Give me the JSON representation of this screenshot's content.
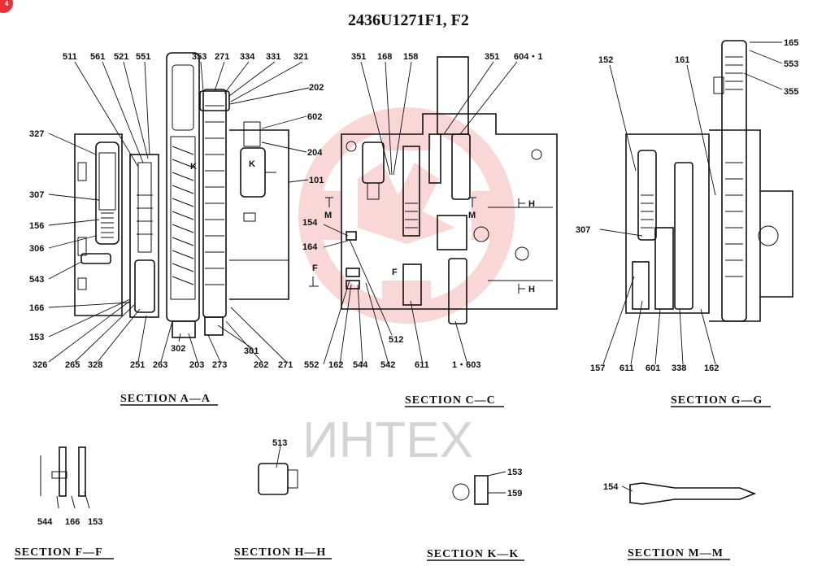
{
  "title": "2436U1271F1, F2",
  "page_badge": "4",
  "watermark": "ИНТЕХ",
  "sections": {
    "aa": "SECTION A—A",
    "cc": "SECTION C—C",
    "gg": "SECTION G—G",
    "ff": "SECTION F—F",
    "hh": "SECTION H—H",
    "kk": "SECTION K—K",
    "mm": "SECTION M—M"
  },
  "view_markers": {
    "m": "M",
    "f": "F",
    "k": "K",
    "h": "H",
    "k2": "K"
  },
  "callouts": {
    "aa": [
      {
        "id": "aa1",
        "text": "511"
      },
      {
        "id": "aa2",
        "text": "561"
      },
      {
        "id": "aa3",
        "text": "521"
      },
      {
        "id": "aa4",
        "text": "551"
      },
      {
        "id": "aa5",
        "text": "353"
      },
      {
        "id": "aa6",
        "text": "271"
      },
      {
        "id": "aa7",
        "text": "334"
      },
      {
        "id": "aa8",
        "text": "331"
      },
      {
        "id": "aa9",
        "text": "321"
      },
      {
        "id": "aa10",
        "text": "202"
      },
      {
        "id": "aa11",
        "text": "602"
      },
      {
        "id": "aa12",
        "text": "204"
      },
      {
        "id": "aa13",
        "text": "101"
      },
      {
        "id": "aa14",
        "text": "327"
      },
      {
        "id": "aa15",
        "text": "307"
      },
      {
        "id": "aa16",
        "text": "156"
      },
      {
        "id": "aa17",
        "text": "306"
      },
      {
        "id": "aa18",
        "text": "543"
      },
      {
        "id": "aa19",
        "text": "166"
      },
      {
        "id": "aa20",
        "text": "153"
      },
      {
        "id": "aa21",
        "text": "326"
      },
      {
        "id": "aa22",
        "text": "265"
      },
      {
        "id": "aa23",
        "text": "328"
      },
      {
        "id": "aa24",
        "text": "251"
      },
      {
        "id": "aa25",
        "text": "263"
      },
      {
        "id": "aa26",
        "text": "302"
      },
      {
        "id": "aa27",
        "text": "203"
      },
      {
        "id": "aa28",
        "text": "273"
      },
      {
        "id": "aa29",
        "text": "301"
      },
      {
        "id": "aa30",
        "text": "262"
      },
      {
        "id": "aa31",
        "text": "271"
      }
    ],
    "cc": [
      {
        "id": "cc1",
        "text": "351"
      },
      {
        "id": "cc2",
        "text": "168"
      },
      {
        "id": "cc3",
        "text": "158"
      },
      {
        "id": "cc4",
        "text": "351"
      },
      {
        "id": "cc5",
        "text": "604・1"
      },
      {
        "id": "cc6",
        "text": "154"
      },
      {
        "id": "cc7",
        "text": "164"
      },
      {
        "id": "cc8",
        "text": "512"
      },
      {
        "id": "cc9",
        "text": "552"
      },
      {
        "id": "cc10",
        "text": "162"
      },
      {
        "id": "cc11",
        "text": "544"
      },
      {
        "id": "cc12",
        "text": "542"
      },
      {
        "id": "cc13",
        "text": "611"
      },
      {
        "id": "cc14",
        "text": "1・603"
      }
    ],
    "gg": [
      {
        "id": "gg1",
        "text": "165"
      },
      {
        "id": "gg2",
        "text": "553"
      },
      {
        "id": "gg3",
        "text": "355"
      },
      {
        "id": "gg4",
        "text": "152"
      },
      {
        "id": "gg5",
        "text": "161"
      },
      {
        "id": "gg6",
        "text": "307"
      },
      {
        "id": "gg7",
        "text": "157"
      },
      {
        "id": "gg8",
        "text": "611"
      },
      {
        "id": "gg9",
        "text": "601"
      },
      {
        "id": "gg10",
        "text": "338"
      },
      {
        "id": "gg11",
        "text": "162"
      }
    ],
    "ff": [
      {
        "id": "ff1",
        "text": "544"
      },
      {
        "id": "ff2",
        "text": "166"
      },
      {
        "id": "ff3",
        "text": "153"
      }
    ],
    "hh": [
      {
        "id": "hh1",
        "text": "513"
      }
    ],
    "kk": [
      {
        "id": "kk1",
        "text": "153"
      },
      {
        "id": "kk2",
        "text": "159"
      }
    ],
    "mm": [
      {
        "id": "mm1",
        "text": "154"
      }
    ]
  },
  "colors": {
    "line": "#111111",
    "watermark_red": "#f5b7b7",
    "watermark_gray": "#d4d4d4",
    "badge": "#e8313a"
  }
}
